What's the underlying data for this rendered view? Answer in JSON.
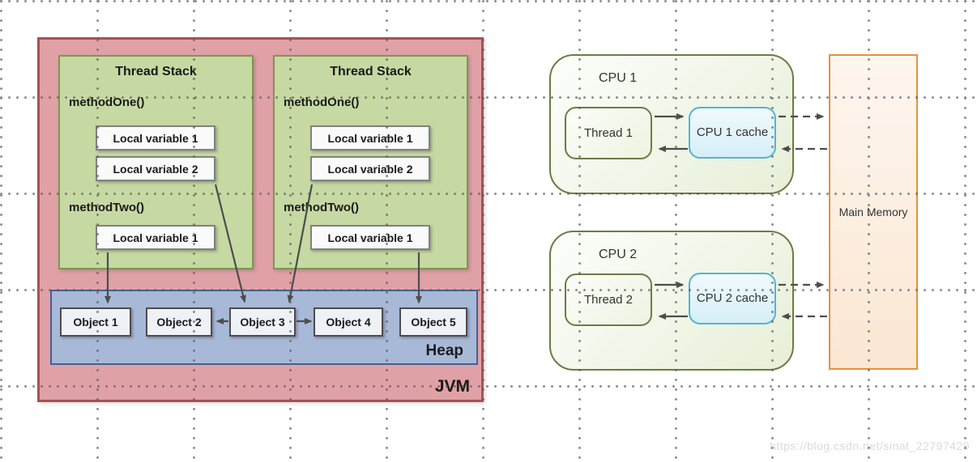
{
  "colors": {
    "jvm_fill": "#e0a1a6",
    "jvm_border": "#a85157",
    "stack_fill": "#c7d9a2",
    "stack_border": "#7d9751",
    "heap_fill": "#a8b9d8",
    "heap_border": "#44608f",
    "var_fill": "#fafafa",
    "var_border": "#808080",
    "object_fill": "#eef1f6",
    "object_border": "#4d4d4d",
    "cpu_fill_start": "#fdfefb",
    "cpu_fill_end": "#e7efd8",
    "cpu_border": "#6c7c44",
    "cache_fill_start": "#f0fafd",
    "cache_fill_end": "#d6eef8",
    "cache_border": "#52b5d2",
    "memory_fill_start": "#fdf6ef",
    "memory_fill_end": "#fbe7d3",
    "memory_border": "#e5923b",
    "arrow": "#4d4d4d",
    "text": "#1a1a1a",
    "watermark": "#dadada"
  },
  "jvm": {
    "label": "JVM",
    "heap_label": "Heap",
    "heap_objects": [
      "Object 1",
      "Object 2",
      "Object 3",
      "Object 4",
      "Object 5"
    ],
    "stacks": [
      {
        "title": "Thread Stack",
        "methods": [
          {
            "name": "methodOne()",
            "vars": [
              "Local variable 1",
              "Local variable 2"
            ]
          },
          {
            "name": "methodTwo()",
            "vars": [
              "Local variable 1"
            ]
          }
        ]
      },
      {
        "title": "Thread Stack",
        "methods": [
          {
            "name": "methodOne()",
            "vars": [
              "Local variable 1",
              "Local variable 2"
            ]
          },
          {
            "name": "methodTwo()",
            "vars": [
              "Local variable 1"
            ]
          }
        ]
      }
    ]
  },
  "hardware": {
    "cpus": [
      {
        "label": "CPU 1",
        "thread": "Thread 1",
        "cache": "CPU 1 cache"
      },
      {
        "label": "CPU 2",
        "thread": "Thread 2",
        "cache": "CPU 2 cache"
      }
    ],
    "main_memory": "Main Memory"
  },
  "watermark": "https://blog.csdn.net/sinat_22797429"
}
